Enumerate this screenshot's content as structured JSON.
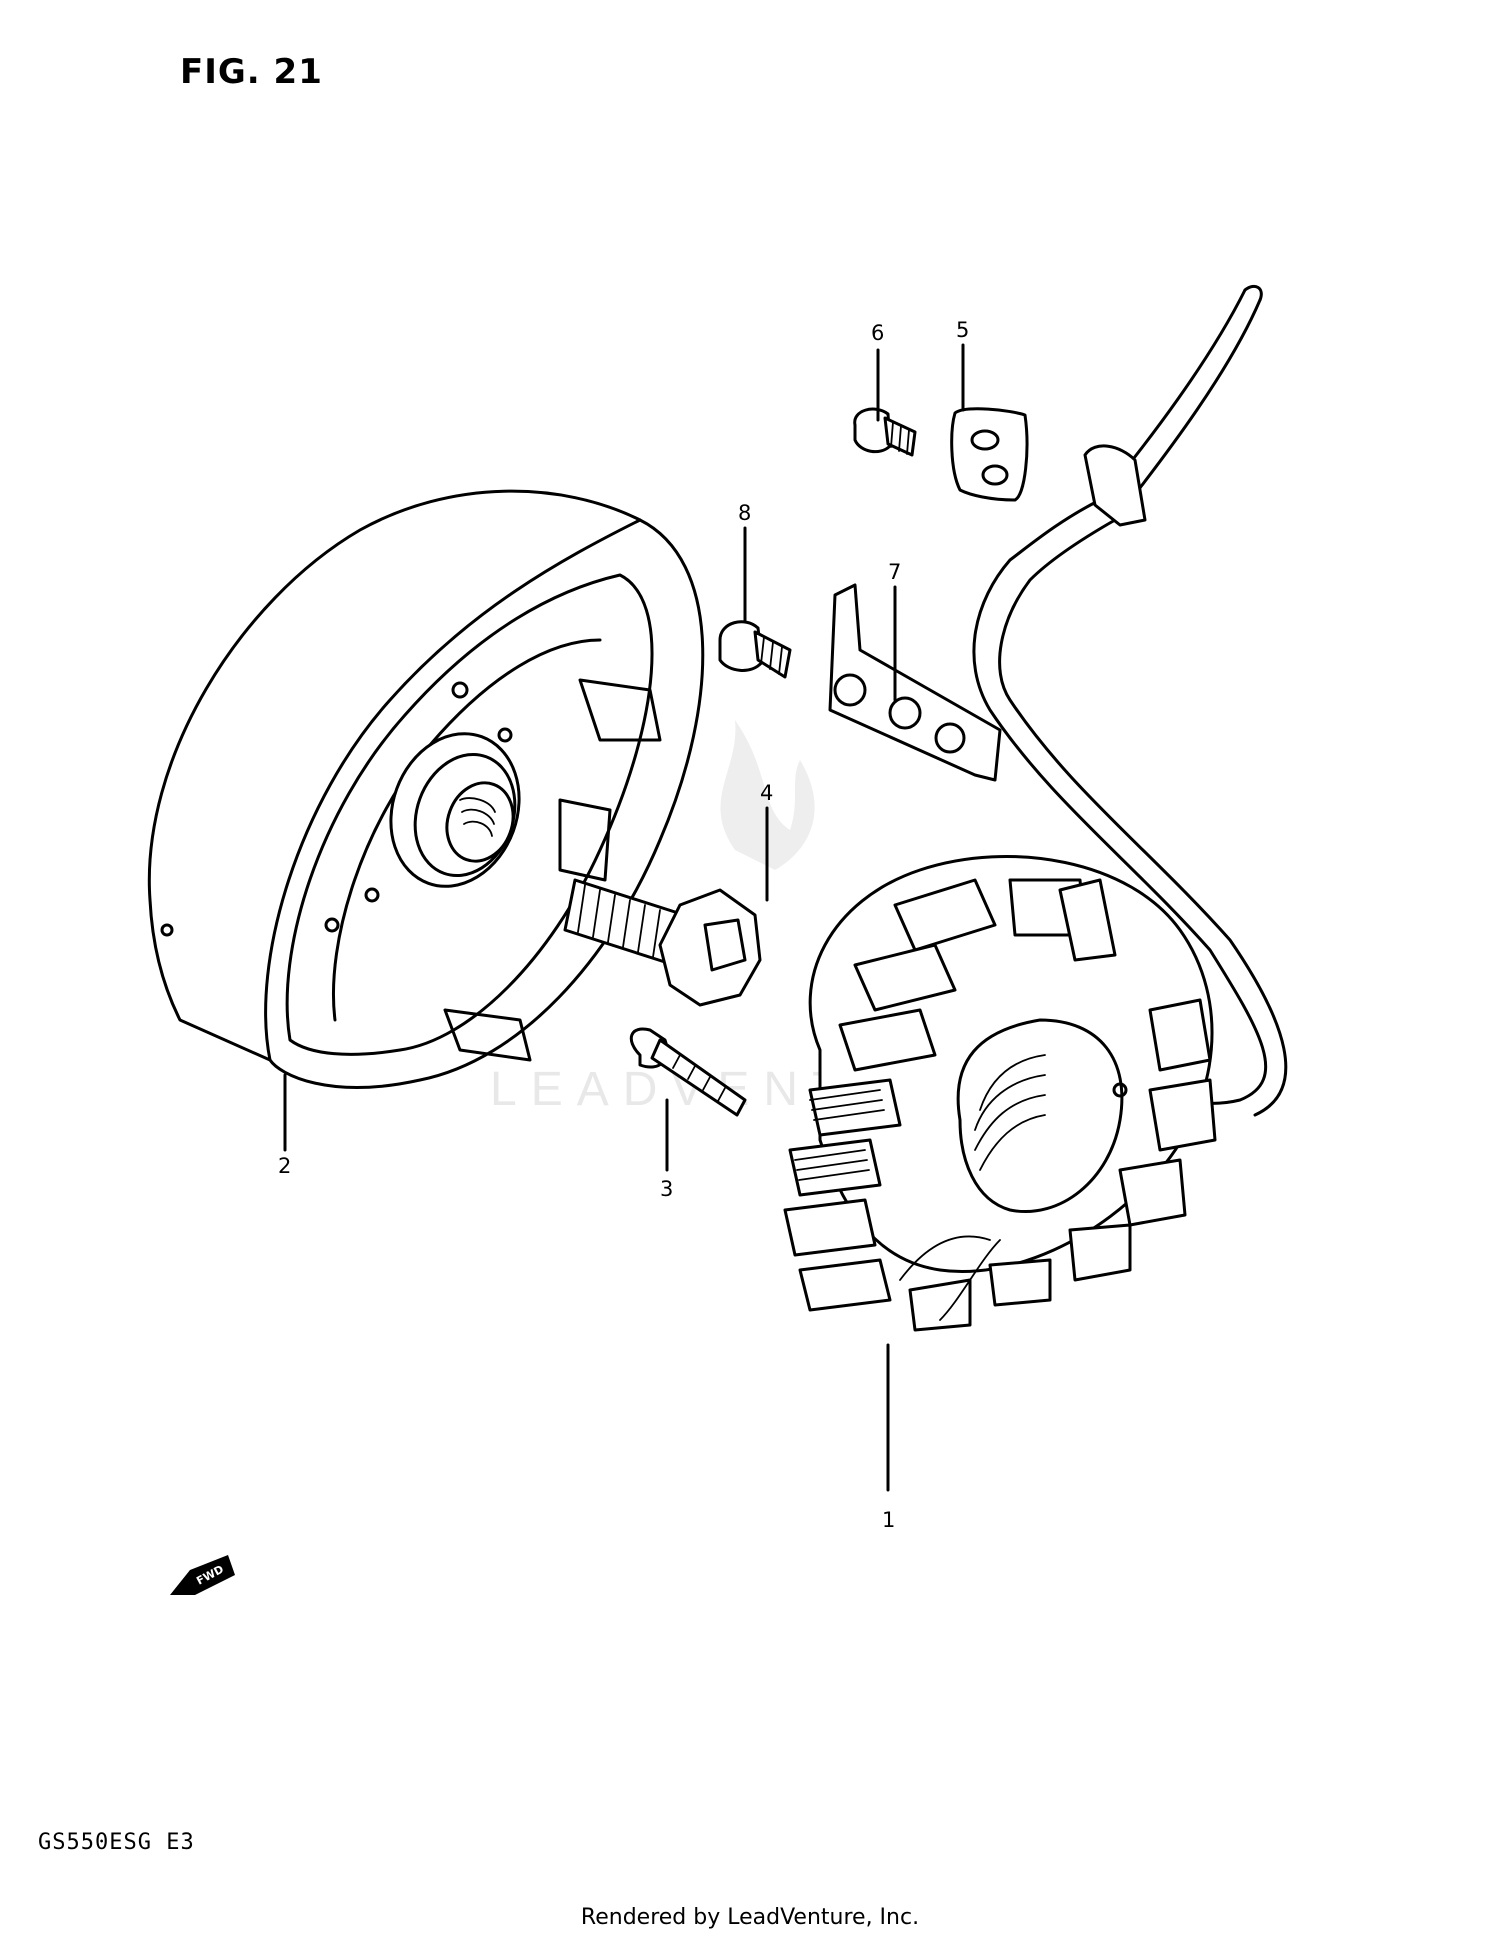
{
  "figure": {
    "title": "FIG. 21"
  },
  "model_code": "GS550ESG  E3",
  "footer": "Rendered by LeadVenture, Inc.",
  "watermark": "LEADVENTURE",
  "direction_badge": "FWD",
  "callouts": [
    "1",
    "2",
    "3",
    "4",
    "5",
    "6",
    "7",
    "8"
  ],
  "colors": {
    "line": "#000000",
    "background": "#ffffff",
    "watermark": "#e8e8e8"
  }
}
